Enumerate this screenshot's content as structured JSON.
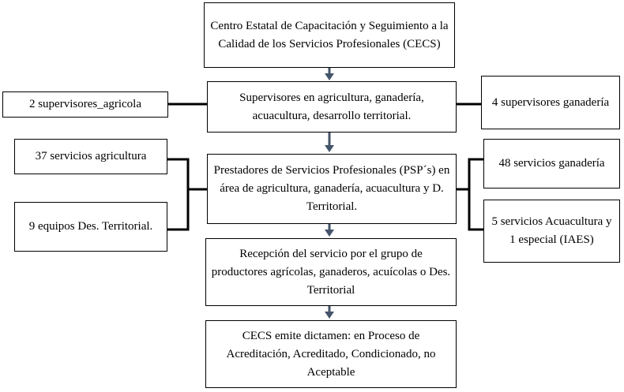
{
  "diagram": {
    "main_flow": {
      "cecs_box": "Centro Estatal de Capacitación y Seguimiento a la Calidad de los Servicios Profesionales (CECS)",
      "supervisors_box": "Supervisores en agricultura, ganadería, acuacultura, desarrollo territorial.",
      "psp_box": "Prestadores de Servicios Profesionales (PSP´s) en área de agricultura, ganadería, acuacultura y D. Territorial.",
      "reception_box": "Recepción del servicio por el grupo de productores agrícolas, ganaderos, acuícolas o Des. Territorial",
      "dictamen_box": "CECS emite dictamen: en Proceso de Acreditación, Acreditado, Condicionado, no Aceptable"
    },
    "left_side": {
      "supervisors_agri": "2 supervisores_agricola",
      "services_agri": "37 servicios agricultura",
      "teams_territorial": "9 equipos Des. Territorial."
    },
    "right_side": {
      "supervisors_livestock": "4 supervisores ganadería",
      "services_livestock": "48 servicios ganadería",
      "services_aquaculture": "5 servicios Acuacultura y 1 especial (IAES)"
    },
    "colors": {
      "arrow": "#44546a",
      "line": "#000000",
      "border": "#000000"
    }
  }
}
